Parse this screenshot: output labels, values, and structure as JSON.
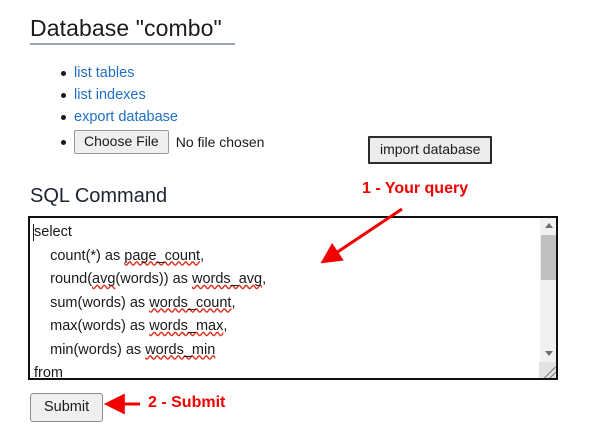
{
  "page": {
    "title": "Database \"combo\"",
    "section_heading": "SQL Command"
  },
  "links": [
    {
      "label": "list tables",
      "name": "list-tables-link"
    },
    {
      "label": "list indexes",
      "name": "list-indexes-link"
    },
    {
      "label": "export database",
      "name": "export-database-link"
    }
  ],
  "file_input": {
    "button_label": "Choose File",
    "status_text": "No file chosen"
  },
  "buttons": {
    "import_database": "import database",
    "submit": "Submit"
  },
  "sql": {
    "line1": "select",
    "line2_prefix": "    count(*) as ",
    "line2_ident": "page_count",
    "line2_suffix": ",",
    "line3_prefix": "    round(",
    "line3_ident_a": "avg",
    "line3_mid": "(words)) as ",
    "line3_ident_b": "words_avg",
    "line3_suffix": ",",
    "line4_prefix": "    sum(words) as ",
    "line4_ident": "words_count",
    "line4_suffix": ",",
    "line5_prefix": "    max(words) as ",
    "line5_ident": "words_max",
    "line5_suffix": ",",
    "line6_prefix": "    min(words) as ",
    "line6_ident": "words_min",
    "line6_suffix": "",
    "line7": "from",
    "full_text": "select\n    count(*) as page_count,\n    round(avg(words)) as words_avg,\n    sum(words) as words_count,\n    max(words) as words_max,\n    min(words) as words_min\nfrom"
  },
  "annotations": [
    {
      "label": "1 - Your query",
      "name": "annotation-your-query"
    },
    {
      "label": "2 - Submit",
      "name": "annotation-submit"
    }
  ],
  "colors": {
    "link": "#1f6fc4",
    "annotation": "#f20000",
    "spellcheck": "#e03020",
    "title_rule": "#9aa7b8"
  }
}
